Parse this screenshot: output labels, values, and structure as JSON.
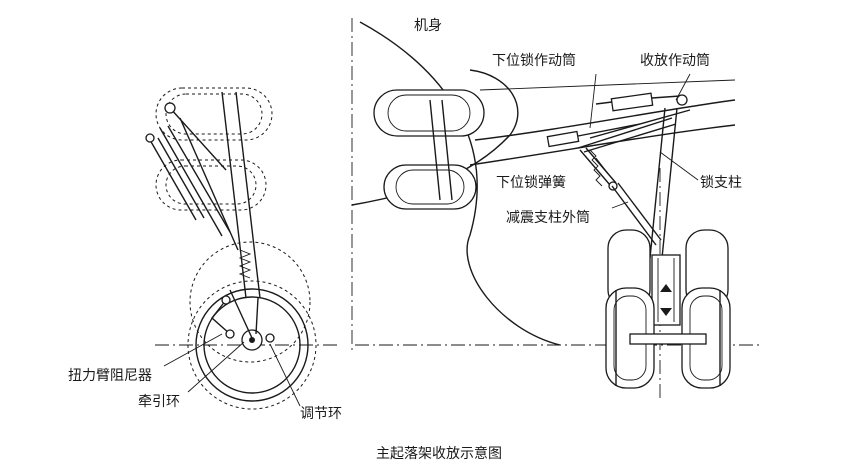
{
  "labels": {
    "fuselage": "机身",
    "downlock_actuator": "下位锁作动筒",
    "retract_actuator": "收放作动筒",
    "downlock_spring": "下位锁弹簧",
    "lock_strut": "锁支柱",
    "shock_strut_outer": "减震支柱外筒",
    "torsion_damper": "扭力臂阻尼器",
    "tow_ring": "牵引环",
    "adjust_ring": "调节环",
    "caption": "主起落架收放示意图"
  }
}
